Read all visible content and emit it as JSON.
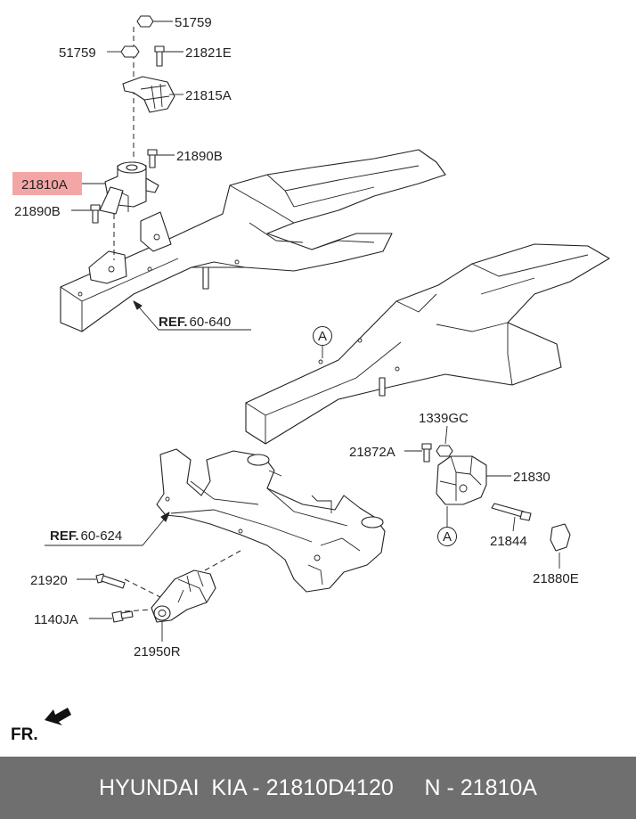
{
  "labels": {
    "p51759_top": "51759",
    "p51759_left": "51759",
    "p21821E": "21821E",
    "p21815A": "21815A",
    "p21890B_right": "21890B",
    "p21810A": "21810A",
    "p21890B_left": "21890B",
    "ref_640_prefix": "REF.",
    "ref_640_num": "60-640",
    "callout_a_upper": "A",
    "p1339GC": "1339GC",
    "p21872A": "21872A",
    "p21830": "21830",
    "ref_624_prefix": "REF.",
    "ref_624_num": "60-624",
    "callout_a_lower": "A",
    "p21844": "21844",
    "p21880E": "21880E",
    "p21920": "21920",
    "p1140JA": "1140JA",
    "p21950R": "21950R",
    "front": "FR."
  },
  "highlight_color": "#f4a6a6",
  "footer_color": "#6f6f6f",
  "footer_text": "HYUNDAI  KIA - 21810D4120     N - 21810A"
}
